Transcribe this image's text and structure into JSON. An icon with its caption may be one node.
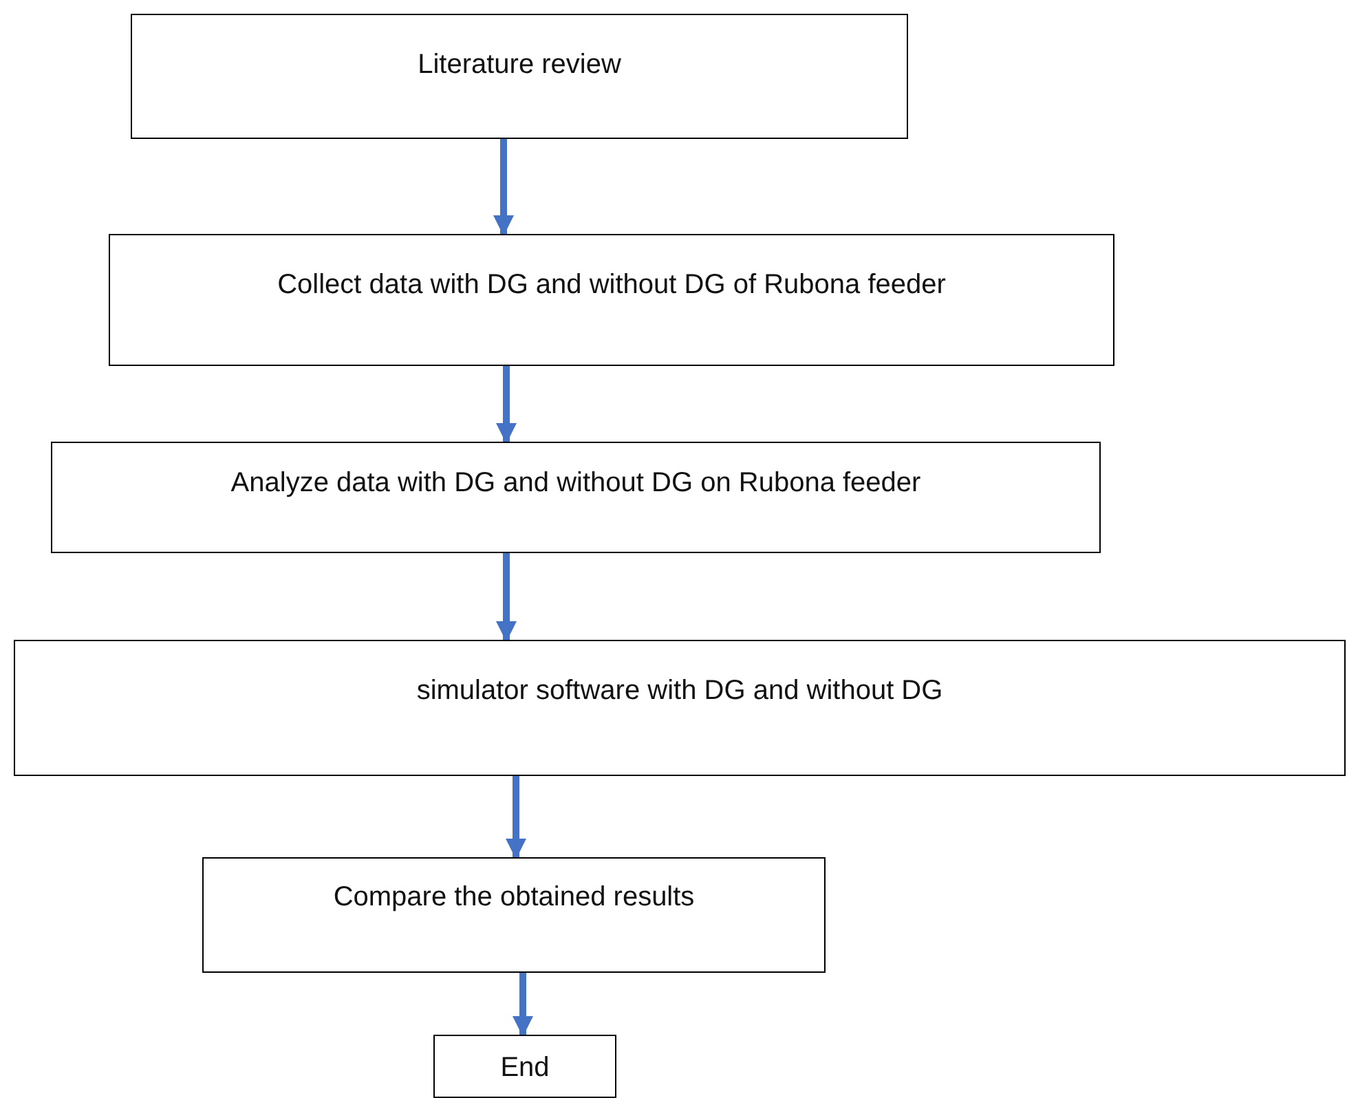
{
  "diagram": {
    "nodes": [
      {
        "text": [
          "Literature review"
        ]
      },
      {
        "text": [
          "Collect data with DG and without DG of Rubona feeder"
        ]
      },
      {
        "text": [
          "Analyze data with DG and without DG on Rubona feeder"
        ]
      },
      {
        "text": [
          "simulator software with DG and without DG"
        ]
      },
      {
        "text": [
          "Compare the obtained results"
        ]
      },
      {
        "text": [
          "End"
        ]
      }
    ],
    "edges": [
      {
        "from": 0,
        "to": 1,
        "arrow": "to"
      },
      {
        "from": 1,
        "to": 2,
        "arrow": "to"
      },
      {
        "from": 2,
        "to": 3,
        "arrow": "to"
      },
      {
        "from": 3,
        "to": 4,
        "arrow": "to"
      },
      {
        "from": 4,
        "to": 5,
        "arrow": "to"
      }
    ]
  }
}
